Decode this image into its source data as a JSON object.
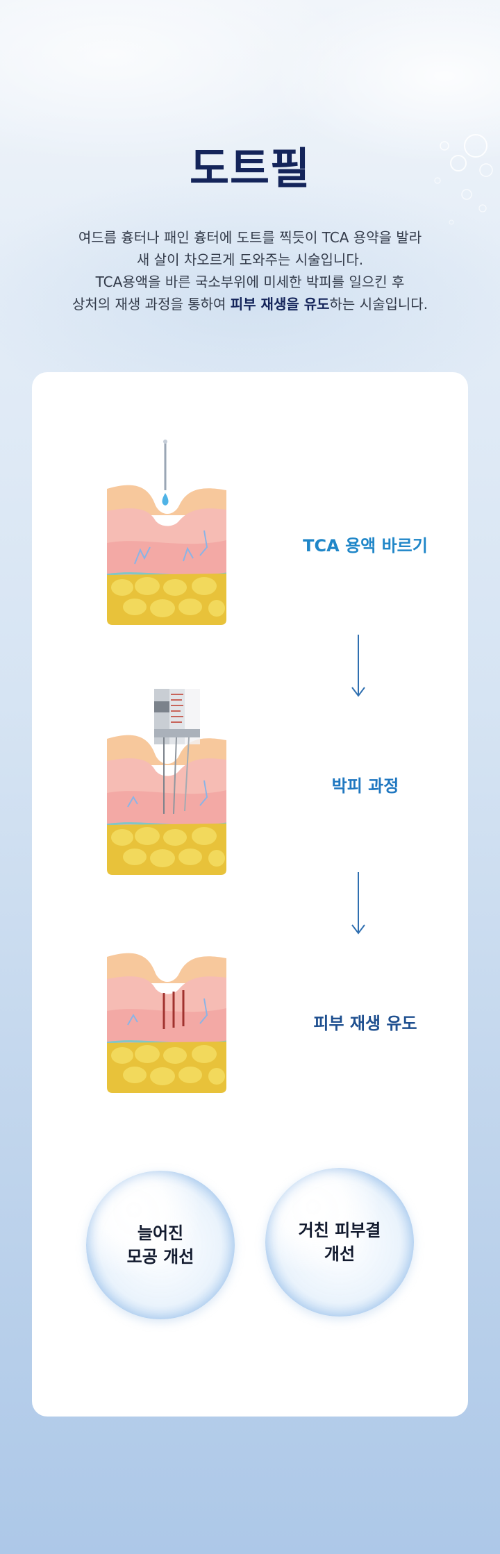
{
  "page": {
    "title": "도트필",
    "intro": {
      "line1": "여드름 흉터나 패인 흉터에 도트를 찍듯이 TCA 용약을 발라",
      "line2": "새 살이 차오르게 도와주는 시술입니다.",
      "line3": "TCA용액을 바른 국소부위에 미세한 박피를 일으킨 후",
      "line4_pre": "상처의 재생 과정을 통하여 ",
      "line4_highlight": "피부 재생을 유도",
      "line4_post": "하는 시술입니다."
    }
  },
  "steps": [
    {
      "label": "TCA 용액 바르기",
      "color": "#1f86c8",
      "illustration": "dropper-on-skin-icon"
    },
    {
      "label": "박피 과정",
      "color": "#1f77c0",
      "illustration": "microneedle-on-skin-icon"
    },
    {
      "label": "피부 재생 유도",
      "color": "#1e4f8f",
      "illustration": "healing-skin-icon"
    }
  ],
  "benefits": [
    {
      "line1": "늘어진",
      "line2": "모공 개선"
    },
    {
      "line1": "거친 피부결",
      "line2": "개선"
    }
  ],
  "colors": {
    "title": "#14245a",
    "arrow": "#2f6fb0",
    "card": "#ffffff"
  }
}
